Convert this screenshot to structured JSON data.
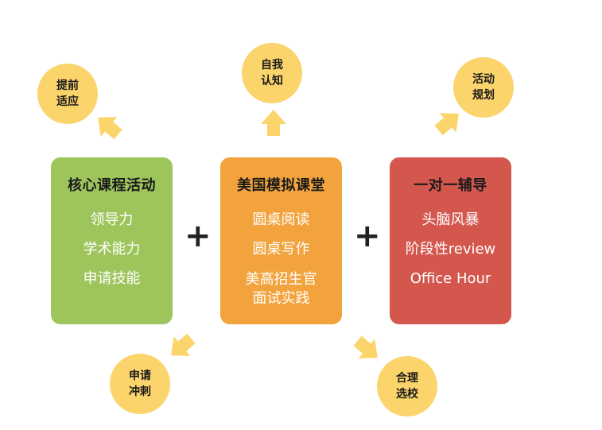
{
  "colors": {
    "green": "#9dc55c",
    "orange": "#f2a33d",
    "red": "#d4574e",
    "bubble": "#fbd46b",
    "arrow": "#fbd46b",
    "plus": "#222222"
  },
  "boxes": [
    {
      "title": "核心课程活动",
      "items": [
        "领导力",
        "学术能力",
        "申请技能"
      ]
    },
    {
      "title": "美国模拟课堂",
      "items": [
        "圆桌阅读",
        "圆桌写作",
        "美高招生官",
        "面试实践"
      ]
    },
    {
      "title": "一对一辅导",
      "items": [
        "头脑风暴",
        "阶段性review",
        "Office Hour"
      ]
    }
  ],
  "bubbles": {
    "top_left": [
      "提前",
      "适应"
    ],
    "top_center": [
      "自我",
      "认知"
    ],
    "top_right": [
      "活动",
      "规划"
    ],
    "bottom_left": [
      "申请",
      "冲刺"
    ],
    "bottom_right": [
      "合理",
      "选校"
    ]
  },
  "plus_symbol": "+"
}
